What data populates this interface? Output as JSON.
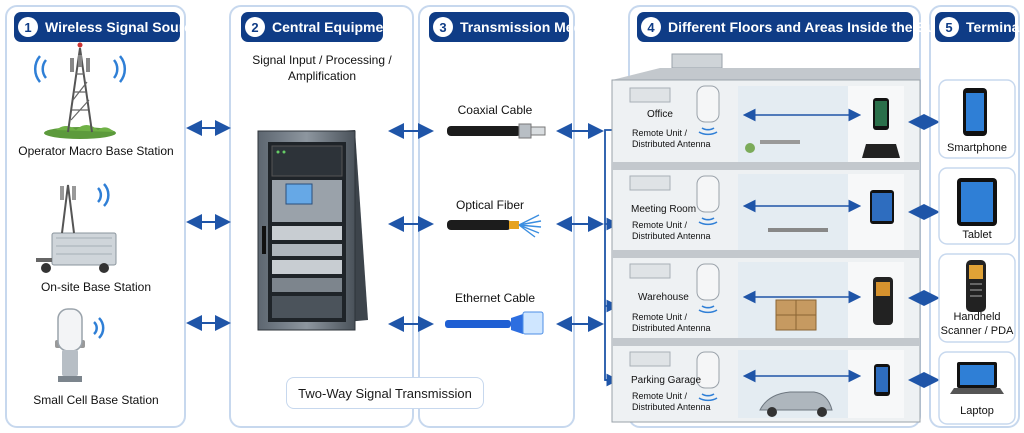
{
  "sections": {
    "s1": {
      "num": "1",
      "title": "Wireless Signal Sources"
    },
    "s2": {
      "num": "2",
      "title": "Central Equipment"
    },
    "s3": {
      "num": "3",
      "title": "Transmission Media"
    },
    "s4": {
      "num": "4",
      "title": "Different Floors and Areas Inside the Building"
    },
    "s5": {
      "num": "5",
      "title": "Terminals"
    }
  },
  "sources": {
    "macro": "Operator Macro Base Station",
    "onsite": "On-site Base Station",
    "small": "Small Cell Base Station"
  },
  "central": {
    "desc_line1": "Signal Input / Processing /",
    "desc_line2": "Amplification"
  },
  "media": {
    "coax": "Coaxial Cable",
    "fiber": "Optical Fiber",
    "ethernet": "Ethernet Cable"
  },
  "floors": {
    "office": "Office",
    "meeting": "Meeting Room",
    "warehouse": "Warehouse",
    "parking": "Parking Garage",
    "ru_line1": "Remote Unit /",
    "ru_line2": "Distributed Antenna"
  },
  "terminals": {
    "smartphone": "Smartphone",
    "tablet": "Tablet",
    "scanner_line1": "Handheld",
    "scanner_line2": "Scanner / PDA",
    "laptop": "Laptop"
  },
  "note": "Two-Way Signal Transmission",
  "colors": {
    "header": "#0f3c86",
    "arrow": "#1f55a8",
    "panel_border": "#c7d8ee",
    "signal": "#2f7fd6"
  }
}
